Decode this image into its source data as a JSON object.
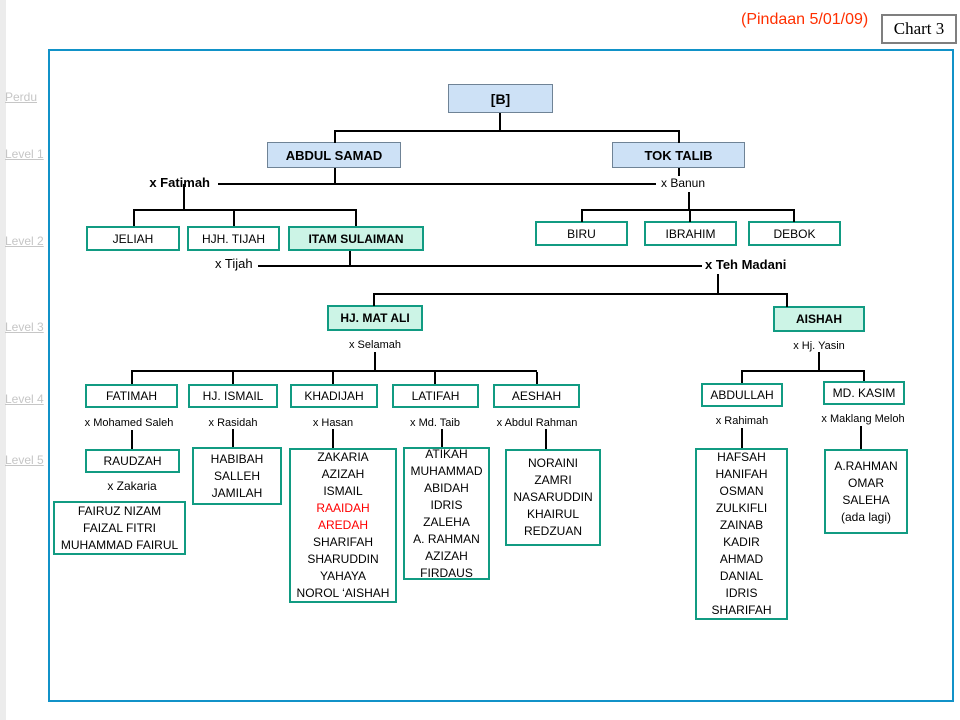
{
  "colors": {
    "frame": "#1192c8",
    "teal": "#119b82",
    "mint": "#ccf4e6",
    "blue_fill": "#cde1f6",
    "blue_border": "#6f8396",
    "red_names": "#ff0000",
    "header_red": "#ff2f00",
    "gray_label": "#c6c6c6"
  },
  "header": {
    "revision_note": "(Pindaan 5/01/09)",
    "chart_label": "Chart 3"
  },
  "side_labels": {
    "perdu": "Perdu",
    "level1": "Level 1",
    "level2": "Level 2",
    "level3": "Level 3",
    "level4": "Level 4",
    "level5": "Level 5"
  },
  "root": {
    "name": "[B]"
  },
  "gen1": {
    "abdul_samad": "ABDUL SAMAD",
    "tok_talib": "TOK TALIB",
    "spouse_fatimah": "x Fatimah",
    "spouse_banun": "x Banun"
  },
  "gen2": {
    "jeliah": "JELIAH",
    "hjh_tijah": "HJH. TIJAH",
    "itam_sulaiman": "ITAM SULAIMAN",
    "biru": "BIRU",
    "ibrahim": "IBRAHIM",
    "debok": "DEBOK",
    "spouse_tijah": "x Tijah",
    "spouse_teh_madani": "x Teh Madani"
  },
  "gen3": {
    "hj_mat_ali": "HJ. MAT ALI",
    "aishah": "AISHAH",
    "spouse_selamah": "x Selamah",
    "spouse_hj_yasin": "x Hj. Yasin"
  },
  "gen4": {
    "fatimah": "FATIMAH",
    "spouse_mohamed_saleh": "x Mohamed Saleh",
    "hj_ismail": "HJ. ISMAIL",
    "spouse_rasidah": "x Rasidah",
    "khadijah": "KHADIJAH",
    "spouse_hasan": "x Hasan",
    "latifah": "LATIFAH",
    "spouse_md_taib": "x Md. Taib",
    "aeshah": "AESHAH",
    "spouse_abdul_rahman": "x Abdul Rahman",
    "abdullah": "ABDULLAH",
    "spouse_rahimah": "x Rahimah",
    "md_kasim": "MD. KASIM",
    "spouse_maklang_meloh": "x Maklang Meloh"
  },
  "gen5": {
    "raudzah": "RAUDZAH",
    "spouse_zakaria": "x Zakaria",
    "fairuz_children": [
      "FAIRUZ NIZAM",
      "FAIZAL FITRI",
      "MUHAMMAD FAIRUL"
    ],
    "habibah_children": [
      "HABIBAH",
      "SALLEH",
      "JAMILAH"
    ],
    "khadijah_children": [
      "ZAKARIA",
      "AZIZAH",
      "ISMAIL",
      "RAAIDAH",
      "AREDAH",
      "SHARIFAH",
      "SHARUDDIN",
      "YAHAYA",
      "NOROL ‘AISHAH"
    ],
    "latifah_children": [
      "ATIKAH",
      "MUHAMMAD",
      "ABIDAH",
      "IDRIS",
      "ZALEHA",
      "A. RAHMAN",
      "AZIZAH",
      "FIRDAUS"
    ],
    "aeshah_children": [
      "NORAINI",
      "ZAMRI",
      "NASARUDDIN",
      "KHAIRUL",
      "REDZUAN"
    ],
    "abdullah_children": [
      "HAFSAH",
      "HANIFAH",
      "OSMAN",
      "ZULKIFLI",
      "ZAINAB",
      "KADIR",
      "AHMAD",
      "DANIAL",
      "IDRIS",
      "SHARIFAH"
    ],
    "md_kasim_children": [
      "A.RAHMAN",
      "OMAR",
      "SALEHA",
      "(ada lagi)"
    ]
  }
}
